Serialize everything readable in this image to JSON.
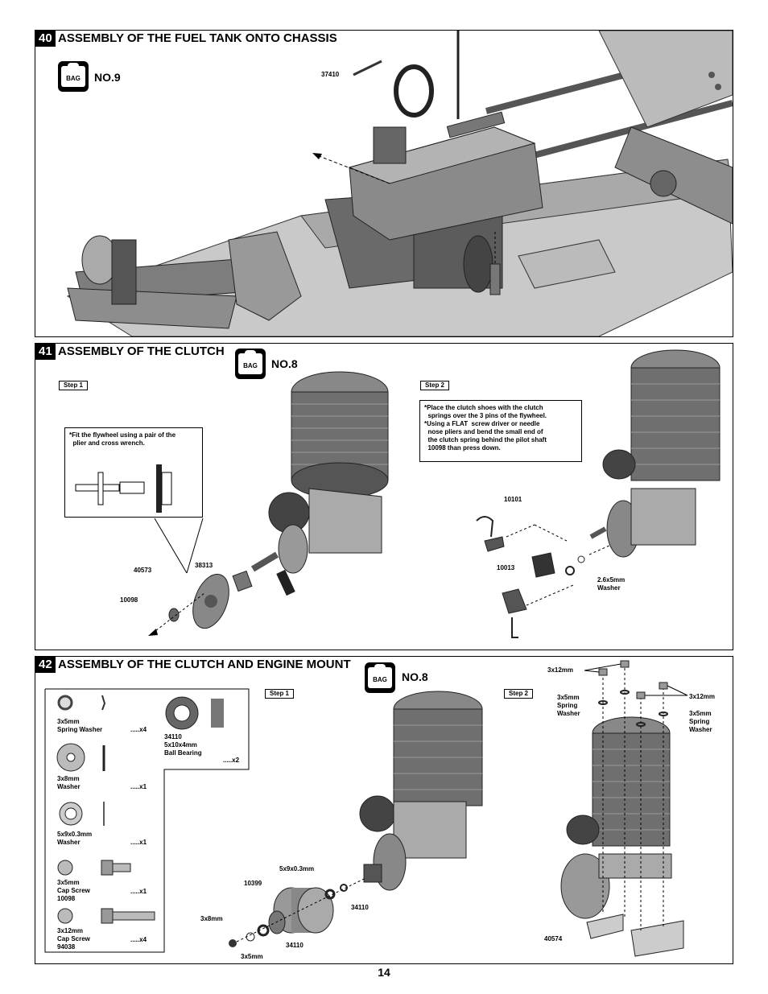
{
  "page_number": "14",
  "steps": [
    {
      "number": "40",
      "title": "ASSEMBLY OF THE FUEL TANK ONTO CHASSIS",
      "bag_label": "BAG",
      "bag_no": "NO.9",
      "labels": [
        "37410"
      ]
    },
    {
      "number": "41",
      "title": "ASSEMBLY OF THE CLUTCH",
      "bag_label": "BAG",
      "bag_no": "NO.8",
      "step1": "Step 1",
      "step2": "Step 2",
      "note1": "*Fit the flywheel using a pair of the\n  plier and cross wrench.",
      "note2": "*Place the clutch shoes with the clutch\n  springs over the 3 pins of the flywheel.\n*Using a FLAT  screw driver or needle\n  nose pliers and bend the small end of\n  the clutch spring behind the pilot shaft\n  10098 than press down.",
      "labels": {
        "l40573": "40573",
        "l38313": "38313",
        "l10098": "10098",
        "l10101": "10101",
        "l10013": "10013",
        "washer": "2.6x5mm\nWasher"
      }
    },
    {
      "number": "42",
      "title": "ASSEMBLY OF THE CLUTCH AND ENGINE MOUNT",
      "bag_label": "BAG",
      "bag_no": "NO.8",
      "step1": "Step 1",
      "step2": "Step 2",
      "parts": [
        {
          "name": "3x5mm\nSpring Washer",
          "qty": ".....x4"
        },
        {
          "name": "34110\n5x10x4mm\nBall Bearing",
          "qty": ".....x2"
        },
        {
          "name": "3x8mm\nWasher",
          "qty": ".....x1"
        },
        {
          "name": "5x9x0.3mm\nWasher",
          "qty": ".....x1"
        },
        {
          "name": "3x5mm\nCap Screw\n10098",
          "qty": ".....x1"
        },
        {
          "name": "3x12mm\nCap Screw\n94038",
          "qty": ".....x4"
        }
      ],
      "labels": {
        "l5x9": "5x9x0.3mm",
        "l10399": "10399",
        "l34110a": "34110",
        "l3x8": "3x8mm",
        "l34110b": "34110",
        "l3x5": "3x5mm",
        "l3x12a": "3x12mm",
        "l3x5sw_a": "3x5mm\nSpring\nWasher",
        "l3x12b": "3x12mm",
        "l3x5sw_b": "3x5mm\nSpring\nWasher",
        "l40574": "40574"
      }
    }
  ]
}
